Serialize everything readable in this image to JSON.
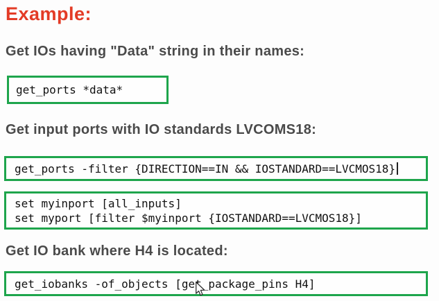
{
  "page": {
    "title": "Example:"
  },
  "sections": {
    "s1": {
      "heading": "Get IOs having \"Data\" string in their names:",
      "code": "get_ports *data*"
    },
    "s2": {
      "heading": "Get input ports with IO standards LVCOMS18:",
      "code_block_1": "get_ports -filter {DIRECTION==IN && IOSTANDARD==LVCMOS18}",
      "code_block_2_line_1": "set myinport [all_inputs]",
      "code_block_2_line_2": "set myport [filter $myinport {IOSTANDARD==LVCMOS18}]"
    },
    "s3": {
      "heading": "Get IO bank where H4 is located:",
      "code": "get_iobanks -of_objects [get_package_pins H4]"
    }
  },
  "icons": {
    "mouse_pointer": "arrow-pointer",
    "text_caret": "text-caret"
  },
  "colors": {
    "title_red": "#e33b26",
    "heading_gray": "#4a4a4a",
    "code_border_green": "#1ea54c",
    "code_text": "#111111",
    "page_bg": "#fdfdfd"
  }
}
